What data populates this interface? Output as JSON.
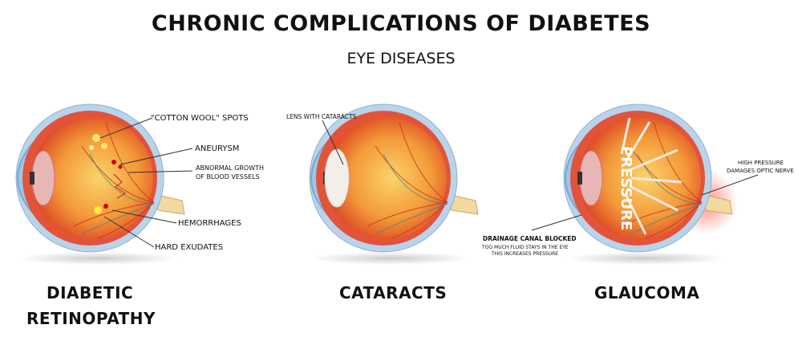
{
  "header": {
    "title": "CHRONIC COMPLICATIONS OF DIABETES",
    "subtitle": "EYE DISEASES"
  },
  "panels": [
    {
      "name_line1": "DIABETIC",
      "name_line2": "RETINOPATHY",
      "labels": [
        "\"COTTON WOOL\" SPOTS",
        "ANEURYSM",
        "ABNORMAL GROWTH",
        "OF BLOOD VESSELS",
        "HEMORRHAGES",
        "HARD EXUDATES"
      ]
    },
    {
      "name_line1": "CATARACTS",
      "labels": [
        "LENS WITH CATARACTS"
      ]
    },
    {
      "name_line1": "GLAUCOMA",
      "overlay": "PRESSURE",
      "labels": [
        "HIGH PRESSURE",
        "DAMAGES  OPTIC NERVE",
        "DRAINAGE CANAL BLOCKED",
        "TOO MUCH FLUID STAYS IN THE EYE",
        "THIS INCREASES PRESSURE"
      ]
    }
  ],
  "colors": {
    "sclera": "#a9c6df",
    "retina": "#e04a2a",
    "inner": "#f7b04a",
    "nerve": "#f2d9a0",
    "glow": "#ff6b5a"
  }
}
